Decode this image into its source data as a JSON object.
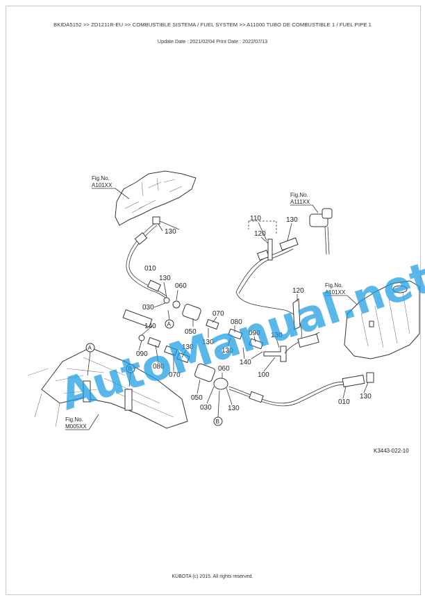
{
  "header": {
    "breadcrumb": "BKIDA5152 >> ZD1211R-EU >> COMBUSTIBLE SISTEMA / FUEL SYSTEM >> A11000   TUBO DE COMBUSTIBLE 1 / FUEL PIPE 1",
    "dates": "Update Date : 2021/02/04   Print Date : 2022/07/13"
  },
  "diagram": {
    "figure_code": "K3443-022-10",
    "fig_refs": [
      {
        "label": "Fig.No.",
        "code": "A101XX"
      },
      {
        "label": "Fig.No.",
        "code": "A111XX"
      },
      {
        "label": "Fig.No.",
        "code": "A101XX"
      },
      {
        "label": "Fig.No.",
        "code": "M005XX"
      }
    ],
    "callouts": [
      "A",
      "B",
      "A",
      "B"
    ],
    "part_numbers": [
      "130",
      "010",
      "130",
      "060",
      "030",
      "140",
      "050",
      "070",
      "130",
      "080",
      "130",
      "090",
      "140",
      "090",
      "080",
      "130",
      "070",
      "050",
      "060",
      "030",
      "130",
      "110",
      "130",
      "120",
      "120",
      "130",
      "100",
      "010",
      "130"
    ]
  },
  "watermark": "AutoManual.net",
  "footer": "KUBOTA (c) 2015. All rights reserved."
}
